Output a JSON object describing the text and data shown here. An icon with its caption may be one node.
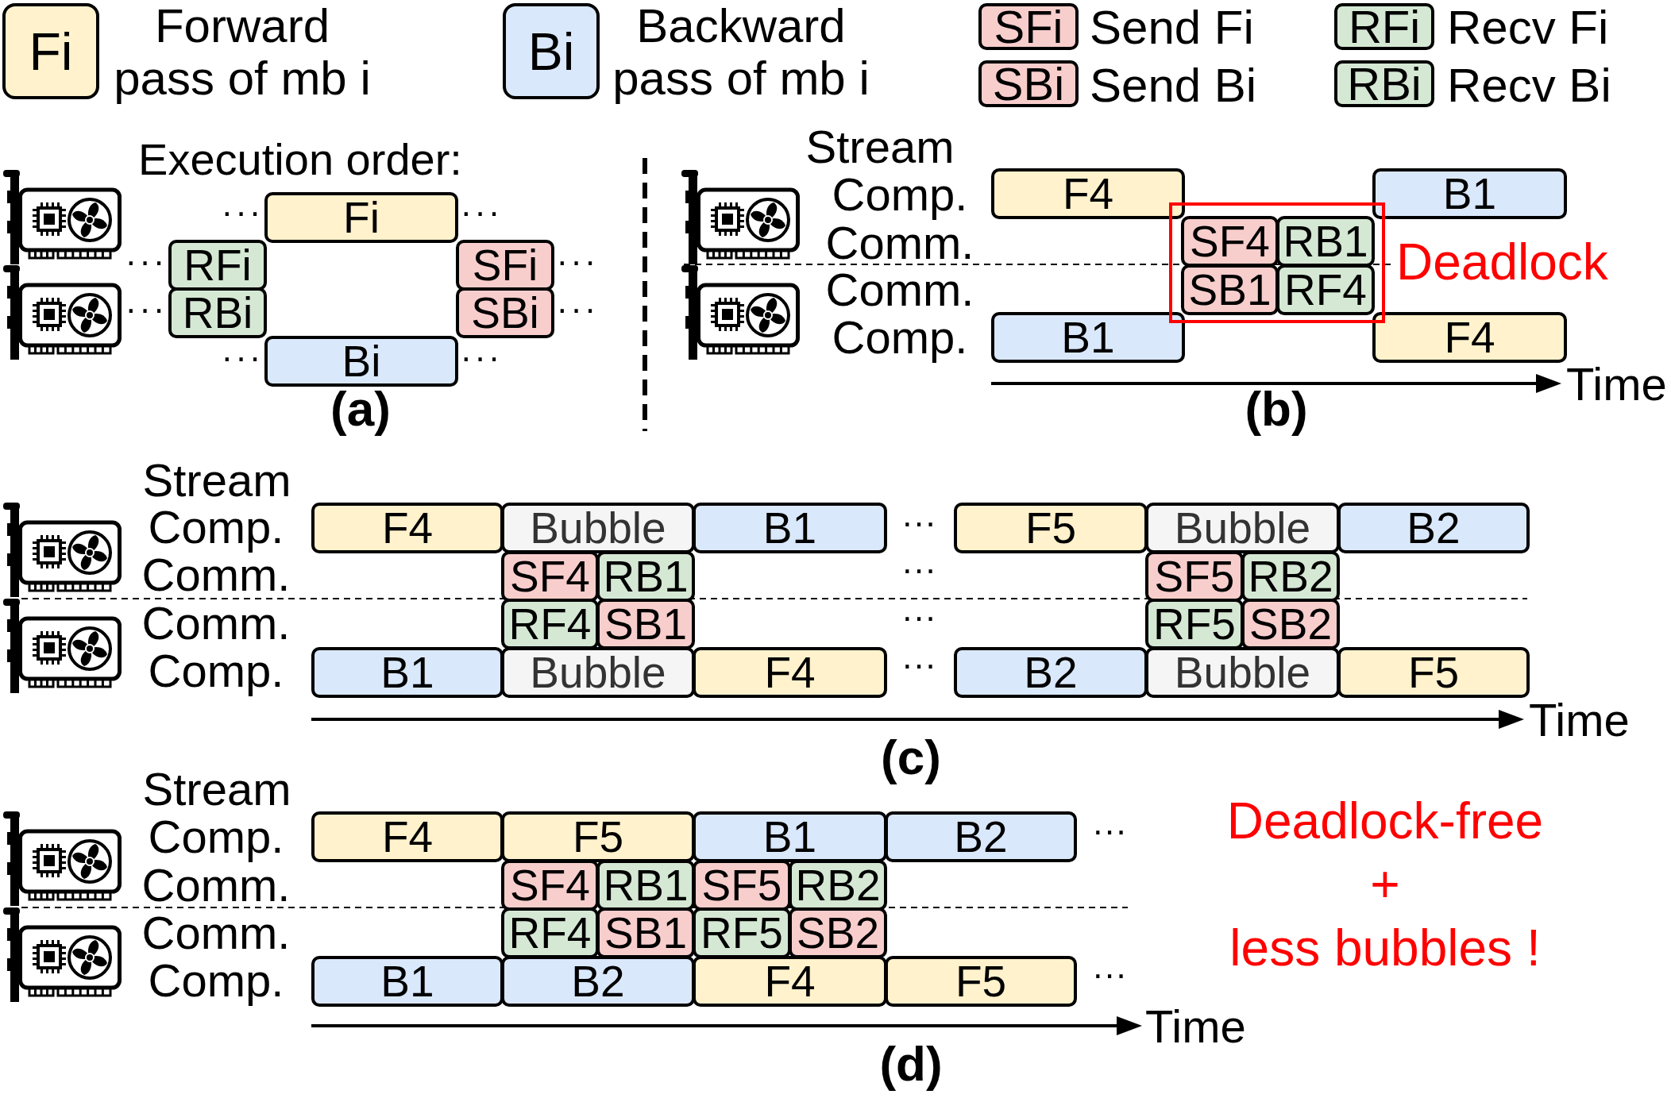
{
  "diagram": {
    "nodes": [
      {
        "text": [
          "Fi"
        ]
      },
      {
        "text": [
          "RFi"
        ]
      },
      {
        "text": [
          "SFi"
        ]
      },
      {
        "text": [
          "RBi"
        ]
      },
      {
        "text": [
          "SBi"
        ]
      },
      {
        "text": [
          "Bi"
        ]
      },
      {
        "text": [
          "F4"
        ]
      },
      {
        "text": [
          "B1"
        ]
      },
      {
        "text": [
          "Deadlock"
        ]
      },
      {
        "text": [
          "SF4"
        ],
        "in": 8
      },
      {
        "text": [
          "RB1"
        ],
        "in": 8
      },
      {
        "text": [
          "SB1"
        ],
        "in": 8
      },
      {
        "text": [
          "RF4"
        ],
        "in": 8
      },
      {
        "text": [
          "B1"
        ]
      },
      {
        "text": [
          "F4"
        ]
      },
      {
        "text": [
          "F4"
        ]
      },
      {
        "text": [
          "Bubble"
        ]
      },
      {
        "text": [
          "B1"
        ]
      },
      {
        "text": [
          "F5"
        ]
      },
      {
        "text": [
          "Bubble"
        ]
      },
      {
        "text": [
          "B2"
        ]
      },
      {
        "text": [
          "SF4"
        ]
      },
      {
        "text": [
          "RB1"
        ]
      },
      {
        "text": [
          "SF5"
        ]
      },
      {
        "text": [
          "RB2"
        ]
      },
      {
        "text": [
          "RF4"
        ]
      },
      {
        "text": [
          "SB1"
        ]
      },
      {
        "text": [
          "RF5"
        ]
      },
      {
        "text": [
          "SB2"
        ]
      },
      {
        "text": [
          "B1"
        ]
      },
      {
        "text": [
          "Bubble"
        ]
      },
      {
        "text": [
          "F4"
        ]
      },
      {
        "text": [
          "B2"
        ]
      },
      {
        "text": [
          "Bubble"
        ]
      },
      {
        "text": [
          "F5"
        ]
      },
      {
        "text": [
          "F4"
        ]
      },
      {
        "text": [
          "F5"
        ]
      },
      {
        "text": [
          "B1"
        ]
      },
      {
        "text": [
          "B2"
        ]
      },
      {
        "text": [
          "SF4"
        ]
      },
      {
        "text": [
          "RB1"
        ]
      },
      {
        "text": [
          "SF5"
        ]
      },
      {
        "text": [
          "RB2"
        ]
      },
      {
        "text": [
          "RF4"
        ]
      },
      {
        "text": [
          "SB1"
        ]
      },
      {
        "text": [
          "RF5"
        ]
      },
      {
        "text": [
          "SB2"
        ]
      },
      {
        "text": [
          "B1"
        ]
      },
      {
        "text": [
          "B2"
        ]
      },
      {
        "text": [
          "F4"
        ]
      },
      {
        "text": [
          "F5"
        ]
      }
    ],
    "labels": [
      "Fi",
      "Bi",
      "SFi",
      "RFi",
      "SBi",
      "RBi",
      "Execution order:",
      "···",
      "···",
      "···",
      "···",
      "···",
      "···",
      "···",
      "···",
      "(a)",
      "Stream",
      "Comp.",
      "Comm.",
      "Comm.",
      "Comp.",
      "Time",
      "(b)",
      "Stream",
      "Comp.",
      "···",
      "Comm.",
      "···",
      "Comm.",
      "···",
      "Comp.",
      "···",
      "Time",
      "(c)",
      "Stream",
      "Comp.",
      "···",
      "Comm.",
      "Comm.",
      "Comp.",
      "···",
      "Time",
      "(d)",
      "Deadlock-free + less bubbles !"
    ],
    "legend": [
      {
        "text": "Forward pass of mb i",
        "color": "#fff2cc"
      },
      {
        "text": "Backward pass of mb i",
        "color": "#dae8fc"
      },
      {
        "text": "Send Fi",
        "color": "#f8cecc"
      },
      {
        "text": "Recv Fi",
        "color": "#d5e8d4"
      },
      {
        "text": "Send Bi",
        "color": "#f8cecc"
      },
      {
        "text": "Recv Bi",
        "color": "#d5e8d4"
      }
    ]
  }
}
